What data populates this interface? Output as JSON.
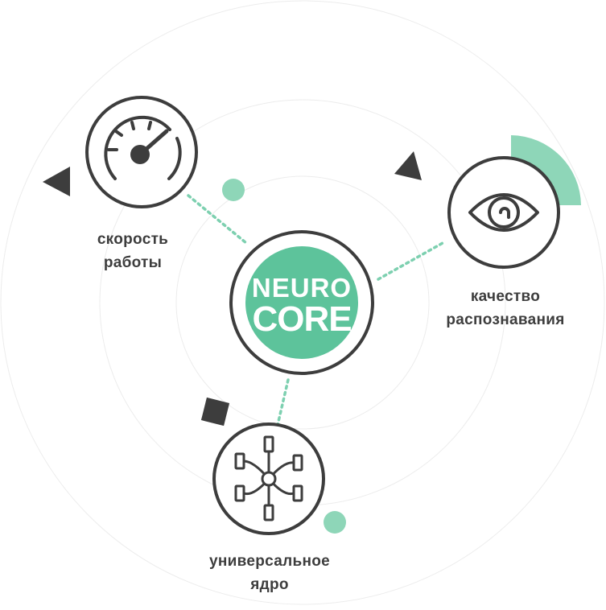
{
  "logo": {
    "line1": "NEURO",
    "line2": "CORE"
  },
  "nodes": {
    "speed": {
      "icon": "speedometer-icon",
      "label_line1": "скорость",
      "label_line2": "работы"
    },
    "quality": {
      "icon": "eye-icon",
      "label_line1": "качество",
      "label_line2": "распознавания"
    },
    "core": {
      "icon": "network-nodes-icon",
      "label_line1": "универсальное",
      "label_line2": "ядро"
    }
  },
  "colors": {
    "accent": "#5dc39b",
    "accent_light": "#8ed6b8",
    "dark": "#3d3d3d",
    "ring": "#ececec"
  }
}
